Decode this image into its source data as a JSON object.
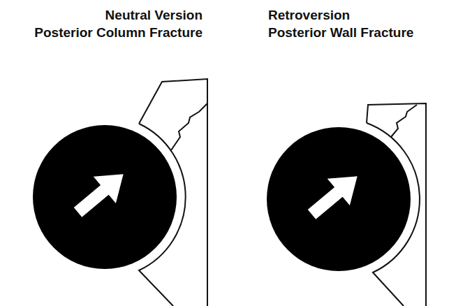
{
  "diagram": {
    "labels": [
      "Neutral Version",
      "Posterior Column Fracture",
      "Retroversion",
      "Posterior Wall Fracture"
    ]
  }
}
